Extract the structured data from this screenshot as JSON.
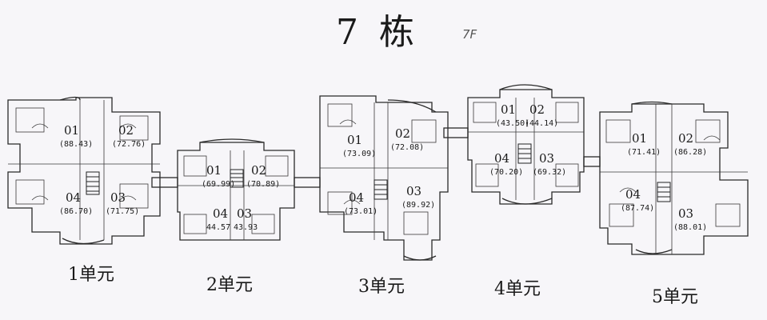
{
  "title": "7 栋",
  "note": "7F",
  "units": [
    {
      "label": "1单元",
      "apartments": [
        {
          "number": "01",
          "area": "(88.43)"
        },
        {
          "number": "02",
          "area": "(72.76)"
        },
        {
          "number": "03",
          "area": "(71.75)"
        },
        {
          "number": "04",
          "area": "(86.70)"
        }
      ]
    },
    {
      "label": "2单元",
      "apartments": [
        {
          "number": "01",
          "area": "(69.99)"
        },
        {
          "number": "02",
          "area": "(70.89)"
        },
        {
          "number": "03",
          "area": "43.93"
        },
        {
          "number": "04",
          "area": "44.57"
        }
      ]
    },
    {
      "label": "3单元",
      "apartments": [
        {
          "number": "01",
          "area": "(73.09)"
        },
        {
          "number": "02",
          "area": "(72.08)"
        },
        {
          "number": "03",
          "area": "(89.92)"
        },
        {
          "number": "04",
          "area": "(73.01)"
        }
      ]
    },
    {
      "label": "4单元",
      "apartments": [
        {
          "number": "01",
          "area": "(43.50)"
        },
        {
          "number": "02",
          "area": "(44.14)"
        },
        {
          "number": "03",
          "area": "(69.32)"
        },
        {
          "number": "04",
          "area": "(70.20)"
        }
      ]
    },
    {
      "label": "5单元",
      "apartments": [
        {
          "number": "01",
          "area": "(71.41)"
        },
        {
          "number": "02",
          "area": "(86.28)"
        },
        {
          "number": "03",
          "area": "(88.01)"
        },
        {
          "number": "04",
          "area": "(87.74)"
        }
      ]
    }
  ]
}
